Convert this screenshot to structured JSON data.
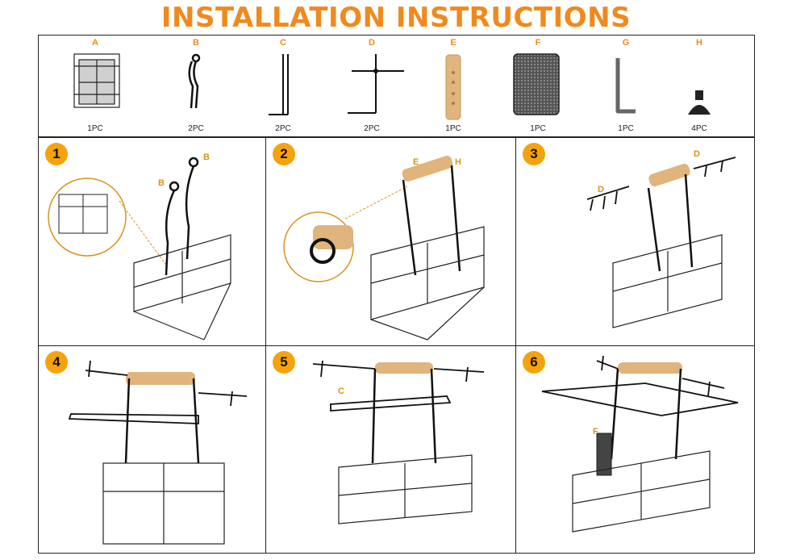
{
  "title": "INSTALLATION INSTRUCTIONS",
  "parts": [
    {
      "letter": "A",
      "qty": "1PC",
      "icon": "basket-icon"
    },
    {
      "letter": "B",
      "qty": "2PC",
      "icon": "side-bar-icon"
    },
    {
      "letter": "C",
      "qty": "2PC",
      "icon": "towel-bar-icon"
    },
    {
      "letter": "D",
      "qty": "2PC",
      "icon": "hook-bar-icon"
    },
    {
      "letter": "E",
      "qty": "1PC",
      "icon": "wooden-handle-icon"
    },
    {
      "letter": "F",
      "qty": "1PC",
      "icon": "mesh-divider-icon"
    },
    {
      "letter": "G",
      "qty": "1PC",
      "icon": "hex-key-icon"
    },
    {
      "letter": "H",
      "qty": "4PC",
      "icon": "screw-icon"
    }
  ],
  "steps": [
    {
      "num": "1",
      "labels": [
        "B",
        "B"
      ]
    },
    {
      "num": "2",
      "labels": [
        "E",
        "H"
      ]
    },
    {
      "num": "3",
      "labels": [
        "D",
        "D"
      ]
    },
    {
      "num": "4",
      "labels": []
    },
    {
      "num": "5",
      "labels": [
        "C"
      ]
    },
    {
      "num": "6",
      "labels": [
        "F"
      ]
    }
  ]
}
